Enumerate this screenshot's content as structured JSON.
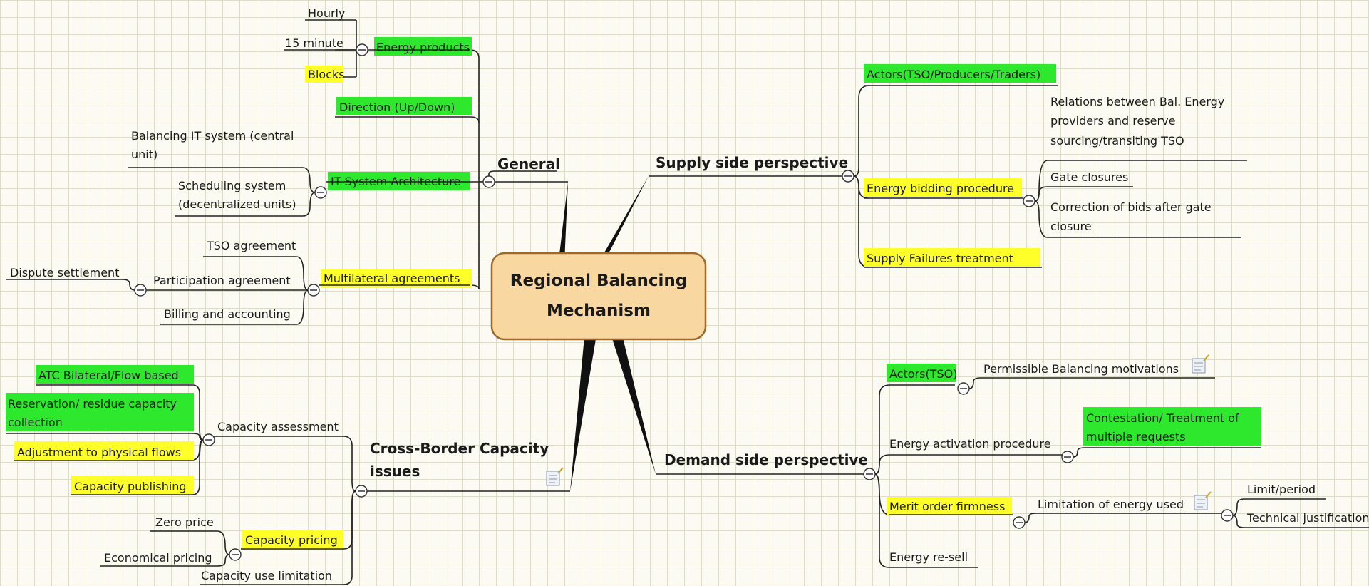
{
  "center": {
    "line1": "Regional Balancing",
    "line2": "Mechanism"
  },
  "general": {
    "title": "General",
    "energy_products": {
      "label": "Energy products",
      "items": [
        "Hourly",
        "15 minute",
        "Blocks"
      ]
    },
    "direction": "Direction (Up/Down)",
    "it_system": {
      "label": "IT System Architecture",
      "central": [
        "Balancing IT system (central",
        "unit)"
      ],
      "scheduling": [
        "Scheduling system",
        "(decentralized units)"
      ]
    },
    "multilateral": {
      "label": "Multilateral agreements",
      "items": [
        "TSO agreement",
        "Participation agreement",
        "Billing and accounting"
      ],
      "dispute": "Dispute settlement"
    }
  },
  "supply": {
    "title": "Supply side perspective",
    "actors": "Actors(TSO/Producers/Traders)",
    "bidding": {
      "label": "Energy bidding procedure",
      "relations": [
        "Relations between Bal. Energy",
        "providers and reserve",
        "sourcing/transiting TSO"
      ],
      "gate": "Gate closures",
      "correction": [
        "Correction of bids after gate",
        "closure"
      ]
    },
    "failures": "Supply Failures treatment"
  },
  "cross_border": {
    "title": [
      "Cross-Border Capacity",
      "issues"
    ],
    "assessment": {
      "label": "Capacity assessment",
      "items": {
        "atc": "ATC Bilateral/Flow based",
        "reservation": [
          "Reservation/ residue capacity",
          "collection"
        ],
        "adjustment": "Adjustment to physical flows",
        "publishing": "Capacity publishing"
      }
    },
    "pricing": {
      "label": "Capacity pricing",
      "items": [
        "Zero price",
        "Economical pricing"
      ]
    },
    "use_limitation": "Capacity use limitation"
  },
  "demand": {
    "title": "Demand side perspective",
    "actors": {
      "label": "Actors(TSO)",
      "child": "Permissible Balancing motivations"
    },
    "activation": {
      "label": "Energy activation procedure",
      "child": [
        "Contestation/ Treatment of",
        "multiple requests"
      ]
    },
    "merit": {
      "label": "Merit order firmness",
      "child": "Limitation of energy used",
      "items": [
        "Limit/period",
        "Technical justification"
      ]
    },
    "resell": "Energy re-sell"
  },
  "colors": {
    "background": "#fbfbf3",
    "grid": "#dcdcc8",
    "center_fill": "#f9d7a0",
    "center_stroke": "#9b6a2a",
    "highlight_green": "#2ee82e",
    "highlight_yellow": "#ffff2a"
  }
}
